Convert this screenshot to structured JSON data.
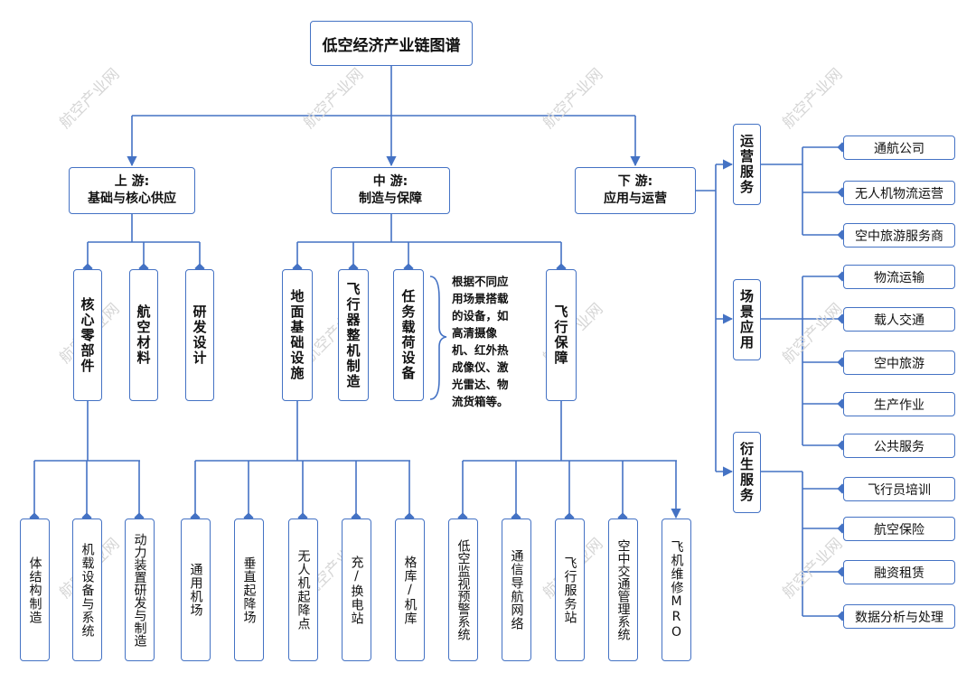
{
  "root": "低空经济产业链图谱",
  "tiers": {
    "upstream": "上 游:\n基础与核心供应",
    "midstream": "中 游:\n制造与保障",
    "downstream": "下 游:\n应用与运营"
  },
  "upstream_cats": {
    "core_parts": "核心零部件",
    "materials": "航空材料",
    "rnd": "研发设计"
  },
  "midstream_cats": {
    "ground": "地面基础设施",
    "aircraft": "飞行器整机制造",
    "payload": "任务载荷设备",
    "flight_support": "飞行保障"
  },
  "payload_note": "根据不同应\n用场景搭载\n的设备，如\n高清摄像\n机、红外热\n成像仪、激\n光雷达、物\n流货箱等。",
  "core_parts_items": [
    "体结构制造",
    "机载设备与系统",
    "动力装置研发与制造"
  ],
  "ground_items": [
    "通用机场",
    "垂直起降场",
    "无人机起降点",
    "充/换电站",
    "格库/机库"
  ],
  "flight_support_items": [
    "低空监视预警系统",
    "通信导航网络",
    "飞行服务站",
    "空中交通管理系统",
    "飞机维修MRO"
  ],
  "downstream_cats": {
    "ops": "运营服务",
    "scene": "场景应用",
    "derived": "衍生服务"
  },
  "ops_items": [
    "通航公司",
    "无人机物流运营",
    "空中旅游服务商"
  ],
  "scene_items": [
    "物流运输",
    "载人交通",
    "空中旅游",
    "生产作业",
    "公共服务"
  ],
  "derived_items": [
    "飞行员培训",
    "航空保险",
    "融资租赁",
    "数据分析与处理"
  ],
  "watermark": "航空产业网",
  "colors": {
    "line": "#4472c4",
    "border": "#4472c4",
    "watermark": "#d6d6d6"
  }
}
